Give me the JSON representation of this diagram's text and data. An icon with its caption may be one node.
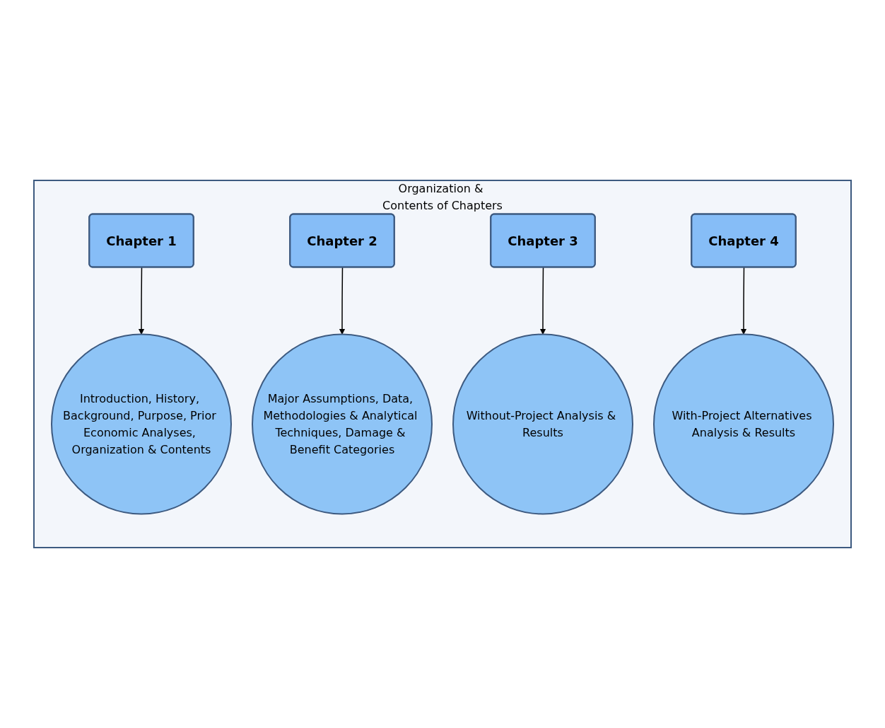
{
  "diagram": {
    "nodes": [
      {
        "text": [
          "Organization & Contents of Chapters"
        ]
      },
      {
        "text": [
          "Chapter 1"
        ],
        "in": 0
      },
      {
        "text": [
          "Chapter 2"
        ],
        "in": 0
      },
      {
        "text": [
          "Chapter 3"
        ],
        "in": 0
      },
      {
        "text": [
          "Chapter 4"
        ],
        "in": 0
      },
      {
        "text": [
          "Introduction, History, Background, Purpose, Prior Economic Analyses, Organization & Contents"
        ],
        "in": 0
      },
      {
        "text": [
          "Major Assumptions, Data, Methodologies & Analytical Techniques, Damage & Benefit Categories"
        ],
        "in": 0
      },
      {
        "text": [
          "Without-Project Analysis & Results"
        ],
        "in": 0
      },
      {
        "text": [
          "With-Project Alternatives Analysis & Results"
        ],
        "in": 0
      }
    ],
    "edges": [
      {
        "from": 1,
        "to": 5,
        "arrow": "to"
      },
      {
        "from": 2,
        "to": 6,
        "arrow": "to"
      },
      {
        "from": 3,
        "to": 7,
        "arrow": "to"
      },
      {
        "from": 4,
        "to": 8,
        "arrow": "to"
      }
    ]
  }
}
